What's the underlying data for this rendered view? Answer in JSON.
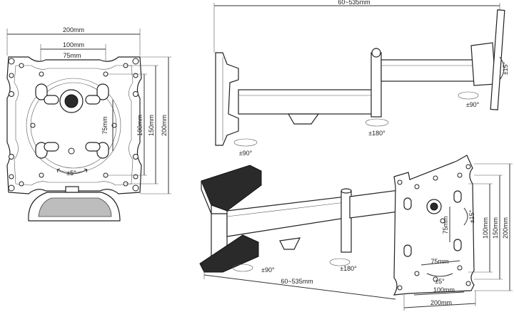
{
  "front_view": {
    "width_200": "200mm",
    "width_100": "100mm",
    "width_75": "75mm",
    "height_75": "75mm",
    "height_100": "100mm",
    "height_150": "150mm",
    "height_200": "200mm",
    "rotation": "±5°"
  },
  "side_view": {
    "extension": "60~535mm",
    "tilt": "±15°",
    "swivel_head": "±90°",
    "swivel_mid": "±180°",
    "swivel_wall": "±90°"
  },
  "iso_view": {
    "extension": "60~535mm",
    "swivel_wall": "±90°",
    "swivel_mid": "±180°",
    "tilt": "±15°",
    "width_75": "75mm",
    "width_100": "100mm",
    "width_200": "200mm",
    "height_75": "75mm",
    "height_100": "100mm",
    "height_150": "150mm",
    "height_200": "200mm"
  }
}
